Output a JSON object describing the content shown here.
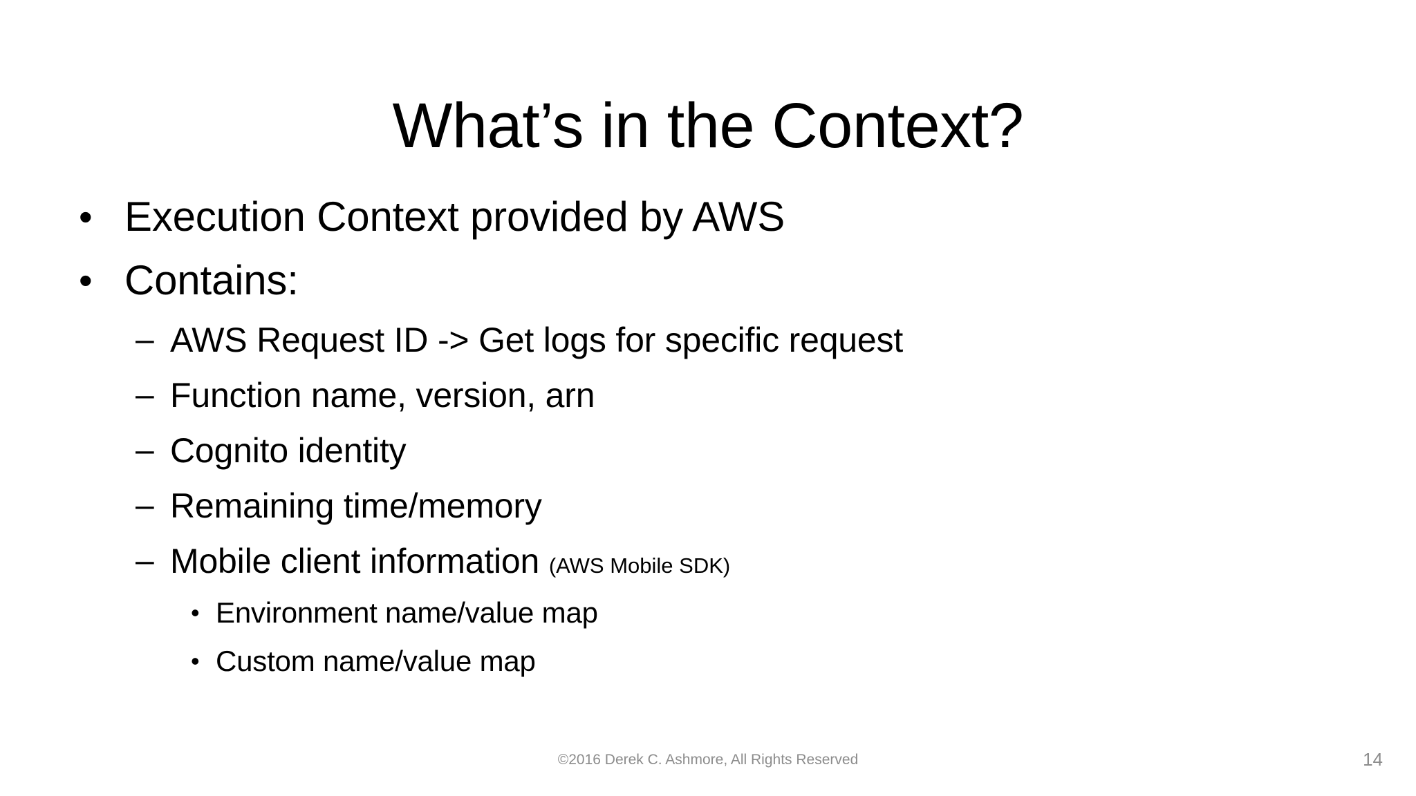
{
  "slide": {
    "title": "What’s in the Context?",
    "background_color": "#ffffff",
    "text_color": "#000000",
    "footer_color": "#8c8c8c",
    "bullets": [
      {
        "level": 1,
        "marker": "•",
        "marker_name": "round-bullet-icon",
        "text": "Execution Context provided by AWS",
        "note": ""
      },
      {
        "level": 1,
        "marker": "•",
        "marker_name": "round-bullet-icon",
        "text": "Contains:",
        "note": ""
      },
      {
        "level": 2,
        "marker": "–",
        "marker_name": "en-dash-bullet-icon",
        "text": "AWS Request ID -> Get logs for specific request",
        "note": ""
      },
      {
        "level": 2,
        "marker": "–",
        "marker_name": "en-dash-bullet-icon",
        "text": "Function name, version, arn",
        "note": ""
      },
      {
        "level": 2,
        "marker": "–",
        "marker_name": "en-dash-bullet-icon",
        "text": "Cognito identity",
        "note": ""
      },
      {
        "level": 2,
        "marker": "–",
        "marker_name": "en-dash-bullet-icon",
        "text": "Remaining time/memory",
        "note": ""
      },
      {
        "level": 2,
        "marker": "–",
        "marker_name": "en-dash-bullet-icon",
        "text": "Mobile client information ",
        "note": "(AWS Mobile SDK)"
      },
      {
        "level": 3,
        "marker": "•",
        "marker_name": "round-bullet-icon",
        "text": "Environment name/value map",
        "note": ""
      },
      {
        "level": 3,
        "marker": "•",
        "marker_name": "round-bullet-icon",
        "text": "Custom name/value map",
        "note": ""
      }
    ]
  },
  "footer": {
    "copyright": "©2016 Derek C. Ashmore, All Rights Reserved",
    "page_number": "14"
  }
}
